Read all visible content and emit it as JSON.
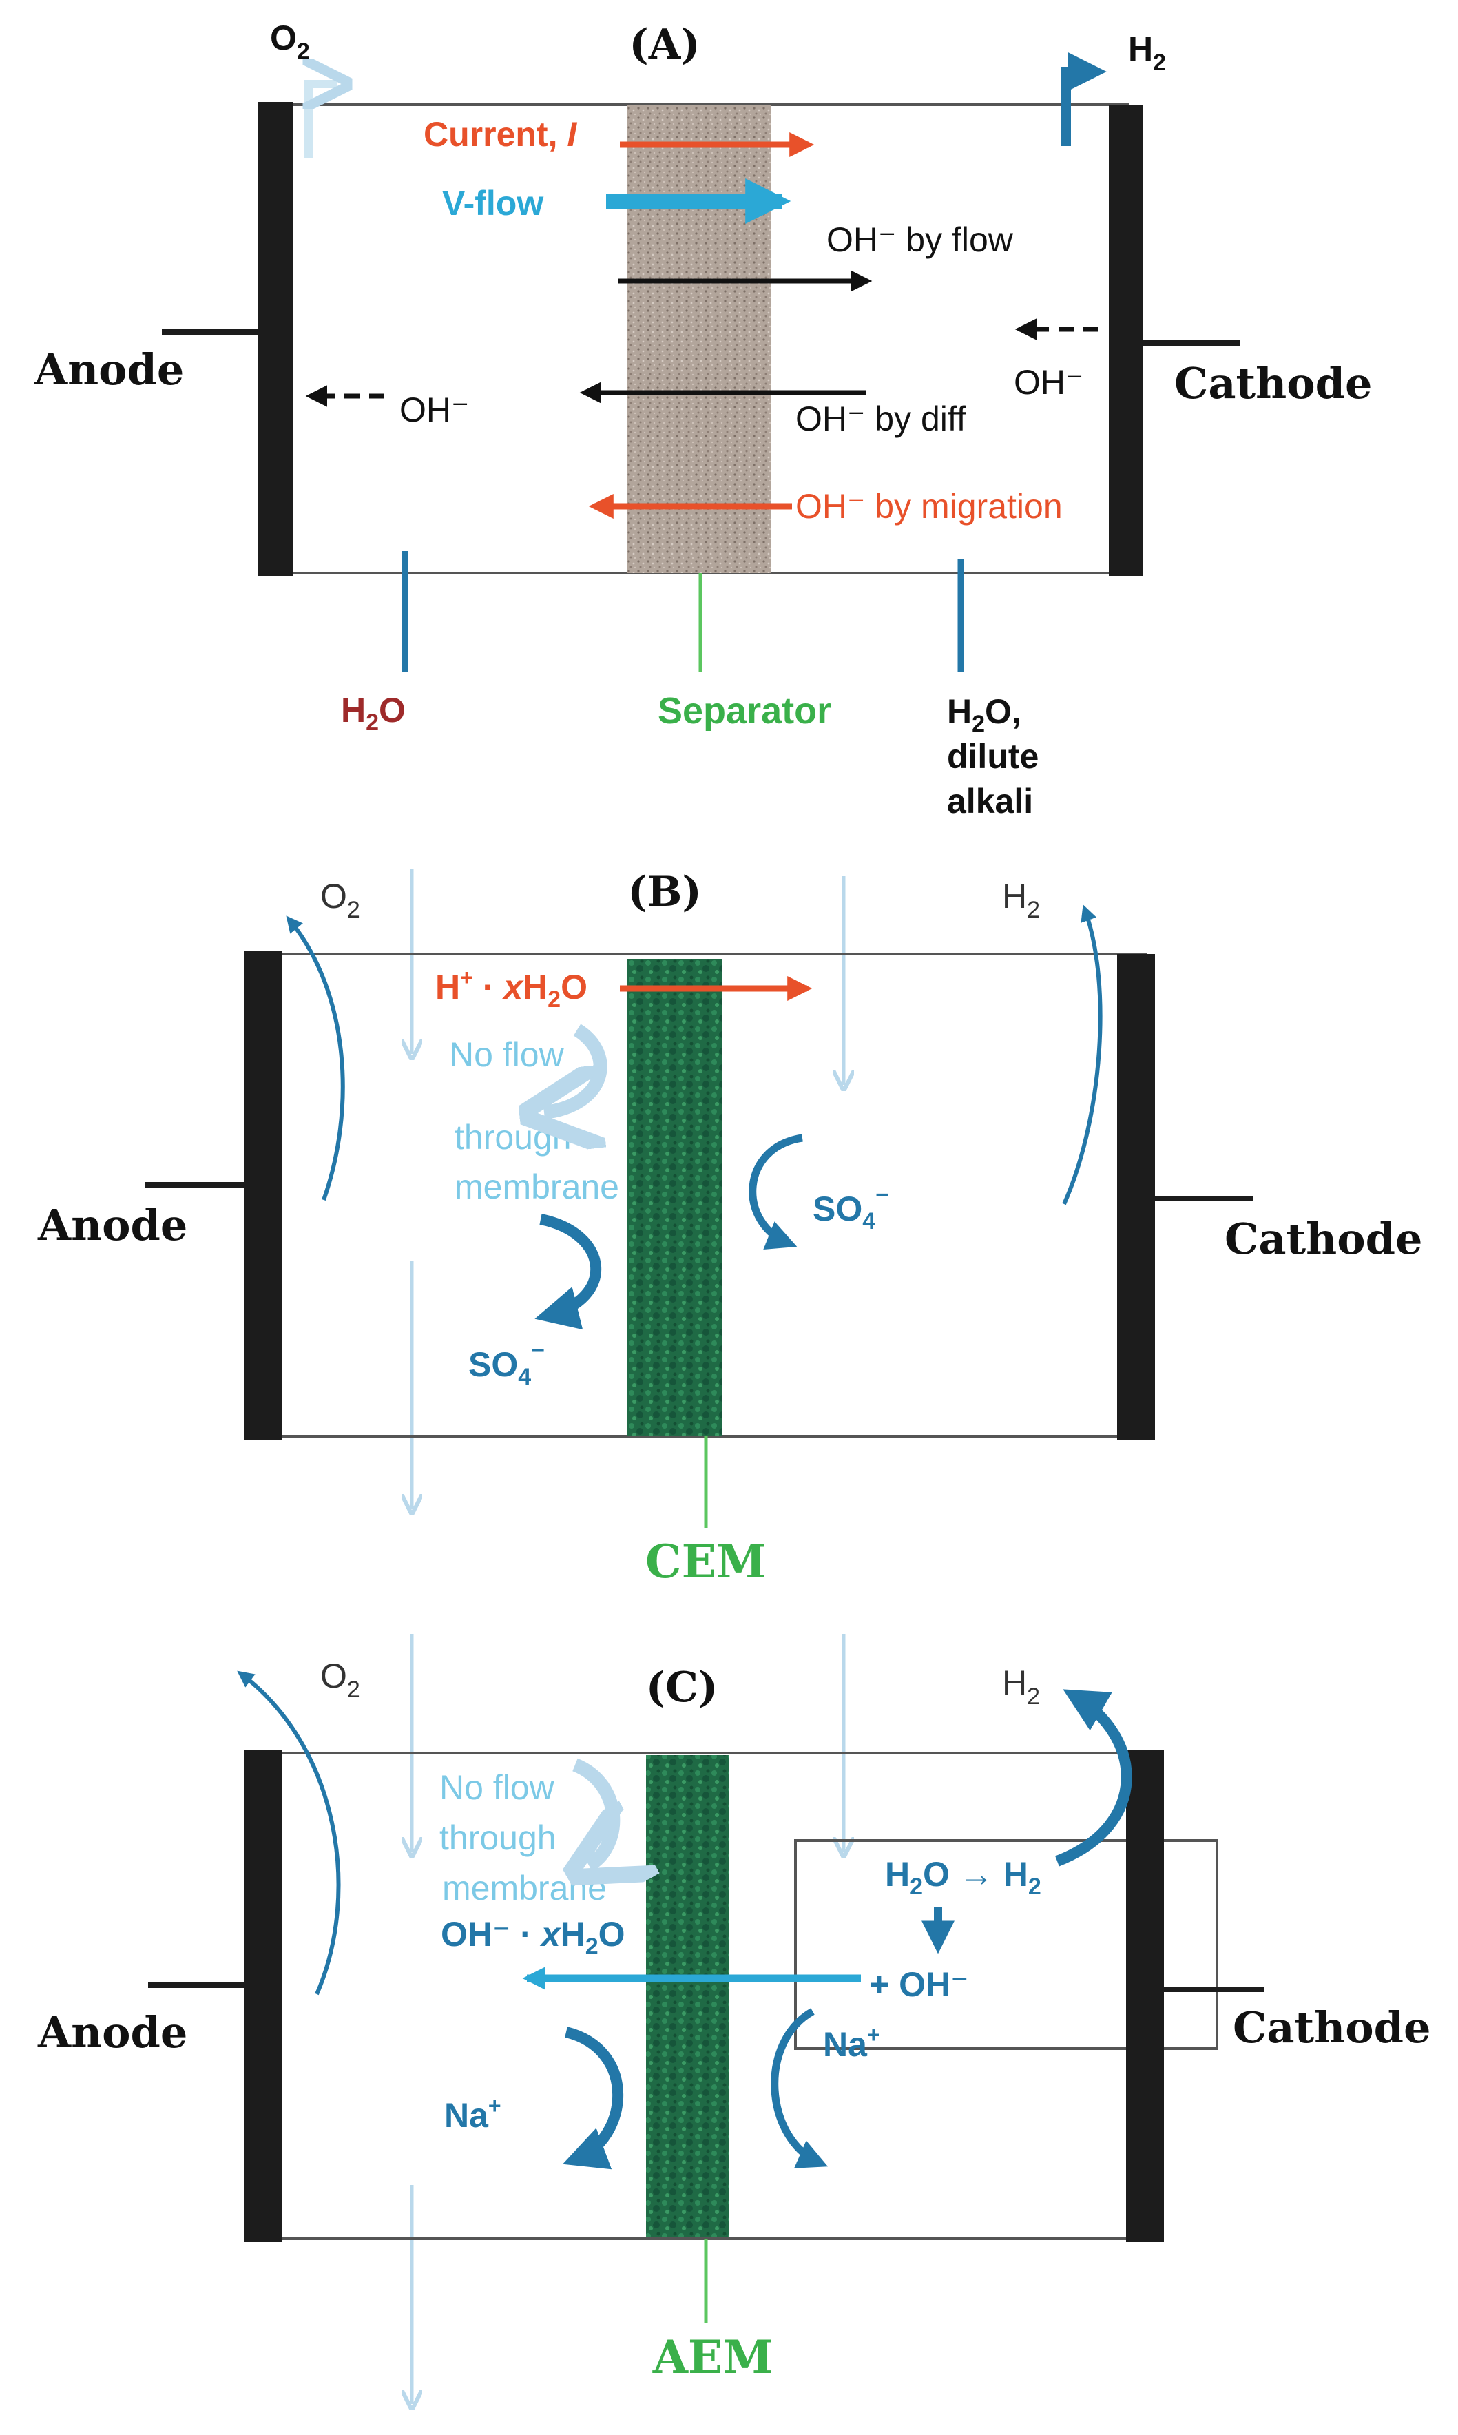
{
  "colors": {
    "electrode": "#1c1c1c",
    "red": "#e8512a",
    "cyan": "#2ba8d6",
    "dark_blue": "#2377a8",
    "pale_blue": "#b9d8eb",
    "faded_cyan": "#7cc9e6",
    "green_label": "#3ab04a",
    "separator_gray": "#a89a90",
    "membrane_green": "#1f6a45",
    "dark_red": "#9e2a2a",
    "black": "#111111"
  },
  "panel_a": {
    "label": "(A)",
    "anode": "Anode",
    "cathode": "Cathode",
    "o2": "O",
    "o2_sub": "2",
    "h2": "H",
    "h2_sub": "2",
    "current": "Current, ",
    "current_i": "I",
    "vflow": "V-flow",
    "oh_by_flow": "OH⁻ by flow",
    "oh_cathode": "OH⁻",
    "oh_anode": "OH⁻",
    "oh_by_diff": "OH⁻ by diff",
    "oh_by_migration": "OH⁻ by migration",
    "h2o_anode": "H",
    "h2o_anode_sub": "2",
    "h2o_anode_end": "O",
    "separator": "Separator",
    "h2o_cathode_line1": "H",
    "h2o_cathode_line1_sub": "2",
    "h2o_cathode_line1_end": "O,",
    "h2o_cathode_line2": "dilute",
    "h2o_cathode_line3": "alkali"
  },
  "panel_b": {
    "label": "(B)",
    "anode": "Anode",
    "cathode": "Cathode",
    "o2": "O",
    "o2_sub": "2",
    "h2": "H",
    "h2_sub": "2",
    "proton": "H",
    "proton_sup": "+",
    "proton_mid": " · ",
    "proton_x": "x",
    "proton_h": "H",
    "proton_sub": "2",
    "proton_o": "O",
    "no_flow_1": "No flow",
    "no_flow_2": "through",
    "no_flow_3": "membrane",
    "so4_right": "SO",
    "so4_right_sub": "4",
    "so4_right_sup": "−",
    "so4_left": "SO",
    "so4_left_sub": "4",
    "so4_left_sup": "−",
    "membrane": "CEM"
  },
  "panel_c": {
    "label": "(C)",
    "anode": "Anode",
    "cathode": "Cathode",
    "o2": "O",
    "o2_sub": "2",
    "h2": "H",
    "h2_sub": "2",
    "no_flow_1": "No flow",
    "no_flow_2": "through",
    "no_flow_3": "membrane",
    "oh_hydrate": "OH⁻ · ",
    "oh_hydrate_x": "x",
    "oh_hydrate_h": "H",
    "oh_hydrate_sub": "2",
    "oh_hydrate_o": "O",
    "reaction_lhs": "H",
    "reaction_lhs_sub": "2",
    "reaction_lhs_end": "O → H",
    "reaction_rhs_sub": "2",
    "plus_oh": "+ OH⁻",
    "na_right": "Na",
    "na_right_sup": "+",
    "na_left": "Na",
    "na_left_sup": "+",
    "membrane": "AEM"
  }
}
